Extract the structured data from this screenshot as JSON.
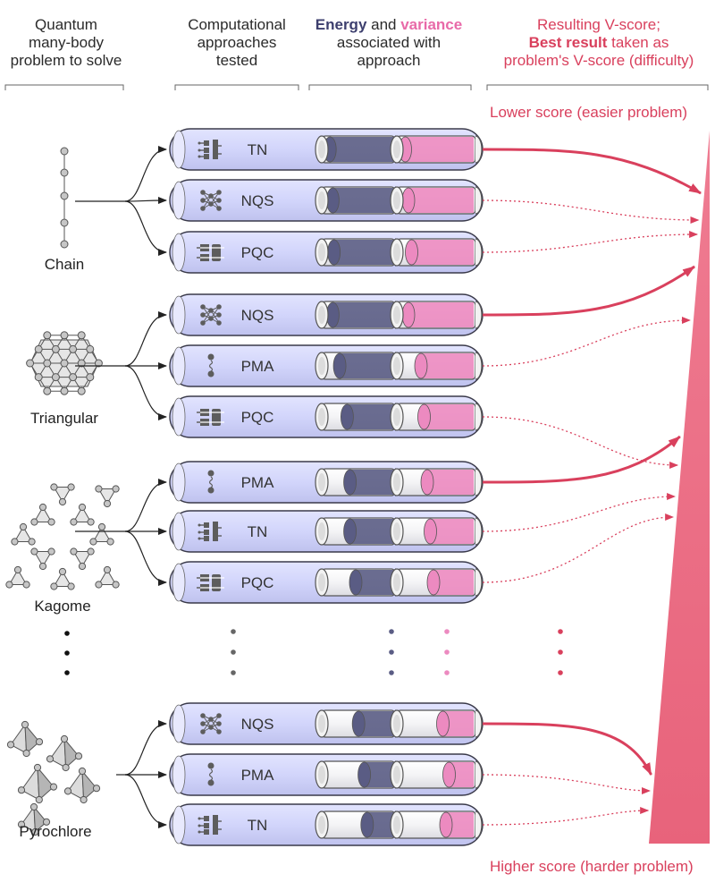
{
  "headers": {
    "col1": [
      "Quantum",
      "many-body",
      "problem to solve"
    ],
    "col2": [
      "Computational",
      "approaches",
      "tested"
    ],
    "col3": {
      "energy": "Energy",
      "and": " and ",
      "variance": "variance",
      "rest": [
        "associated with",
        "approach"
      ]
    },
    "col4": {
      "line1": "Resulting V-score;",
      "bold": "Best result",
      "rest": " taken as",
      "line3": "problem's V-score (difficulty)"
    }
  },
  "score_labels": {
    "top": "Lower score (easier problem)",
    "bottom": "Higher score (harder problem)"
  },
  "colors": {
    "energy": "#5a5c84",
    "variance": "#ec8ac0",
    "accent": "#d9405d",
    "tube": "#d4d6fb",
    "wedge": "#eb6a82"
  },
  "groups": [
    {
      "system": "Chain",
      "icon": "chain-lattice-icon",
      "methods": [
        {
          "label": "TN",
          "icon": "tensor-network-icon",
          "best": true
        },
        {
          "label": "NQS",
          "icon": "neural-network-icon",
          "best": false
        },
        {
          "label": "PQC",
          "icon": "quantum-circuit-icon",
          "best": false
        }
      ]
    },
    {
      "system": "Triangular",
      "icon": "triangular-lattice-icon",
      "methods": [
        {
          "label": "NQS",
          "icon": "neural-network-icon",
          "best": true
        },
        {
          "label": "PMA",
          "icon": "pma-icon",
          "best": false
        },
        {
          "label": "PQC",
          "icon": "quantum-circuit-icon",
          "best": false
        }
      ]
    },
    {
      "system": "Kagome",
      "icon": "kagome-lattice-icon",
      "methods": [
        {
          "label": "PMA",
          "icon": "pma-icon",
          "best": true
        },
        {
          "label": "TN",
          "icon": "tensor-network-icon",
          "best": false
        },
        {
          "label": "PQC",
          "icon": "quantum-circuit-icon",
          "best": false
        }
      ]
    },
    {
      "system": "Pyrochlore",
      "icon": "pyrochlore-lattice-icon",
      "methods": [
        {
          "label": "NQS",
          "icon": "neural-network-icon",
          "best": true
        },
        {
          "label": "PMA",
          "icon": "pma-icon",
          "best": false
        },
        {
          "label": "TN",
          "icon": "tensor-network-icon",
          "best": false
        }
      ]
    }
  ]
}
